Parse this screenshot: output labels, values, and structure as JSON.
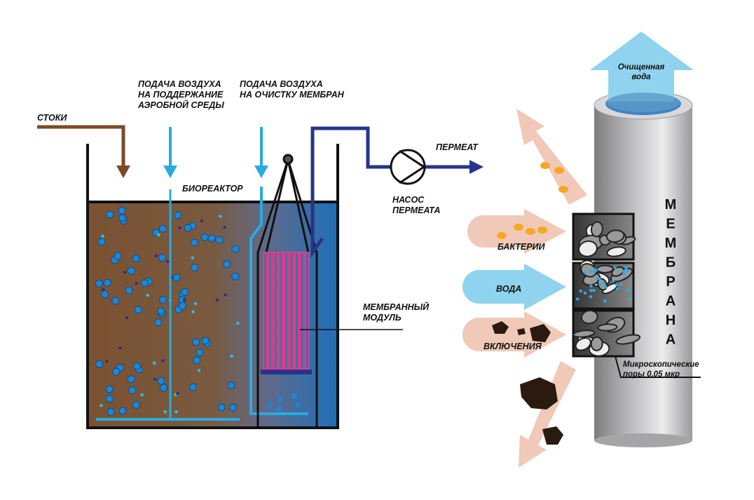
{
  "labels": {
    "inflow": "СТОКИ",
    "air_aerobic": [
      "ПОДАЧА ВОЗДУХА",
      "НА ПОДДЕРЖАНИЕ",
      "АЭРОБНОЙ СРЕДЫ"
    ],
    "air_cleaning": [
      "ПОДАЧА ВОЗДУХА",
      "НА ОЧИСТКУ МЕМБРАН"
    ],
    "bioreactor": "БИОРЕАКТОР",
    "permeate": "ПЕРМЕАТ",
    "pump": [
      "НАСОС",
      "ПЕРМЕАТА"
    ],
    "membrane_module": [
      "МЕМБРАННЫЙ",
      "МОДУЛЬ"
    ],
    "clean_water": [
      "Очищенная",
      "вода"
    ],
    "bacteria": "БАКТЕРИИ",
    "water": "ВОДА",
    "inclusions": "ВКЛЮЧЕНИЯ",
    "pores": [
      "Микроскопические",
      "поры 0,05 мкр"
    ],
    "membrane_letters": [
      "М",
      "Е",
      "М",
      "Б",
      "Р",
      "А",
      "Н",
      "А"
    ]
  },
  "colors": {
    "sludge": "#7b5232",
    "water_blue": "#2b6fb3",
    "air": "#29abe2",
    "permeate_pipe": "#27348b",
    "membrane_pink": "#e6388f",
    "flow_arrow": "#f0c9b8",
    "clean_water": "#8fd3ef"
  }
}
